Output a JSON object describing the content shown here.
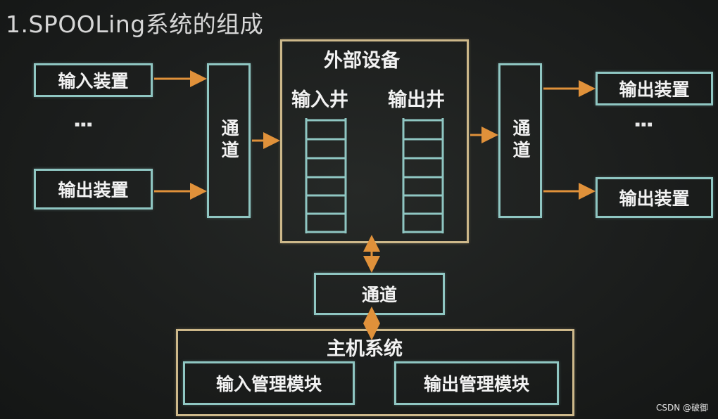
{
  "title": "1.SPOOLing系统的组成",
  "input_devices": {
    "top": "输入装置",
    "dots": "⋮",
    "bottom": "输出装置"
  },
  "left_channel": "通道",
  "external_device": {
    "title": "外部设备",
    "input_well": "输入井",
    "output_well": "输出井"
  },
  "right_channel": "通道",
  "output_devices": {
    "top": "输出装置",
    "dots": "⋮",
    "bottom": "输出装置"
  },
  "bottom_channel": "通道",
  "host_system": {
    "title": "主机系统",
    "input_module": "输入管理模块",
    "output_module": "输出管理模块"
  },
  "watermark": "CSDN @破御",
  "colors": {
    "box_border": "#8fc6c2",
    "frame_border": "#cdb88a",
    "arrow": "#e0913a",
    "background": "#1b1d1c"
  }
}
